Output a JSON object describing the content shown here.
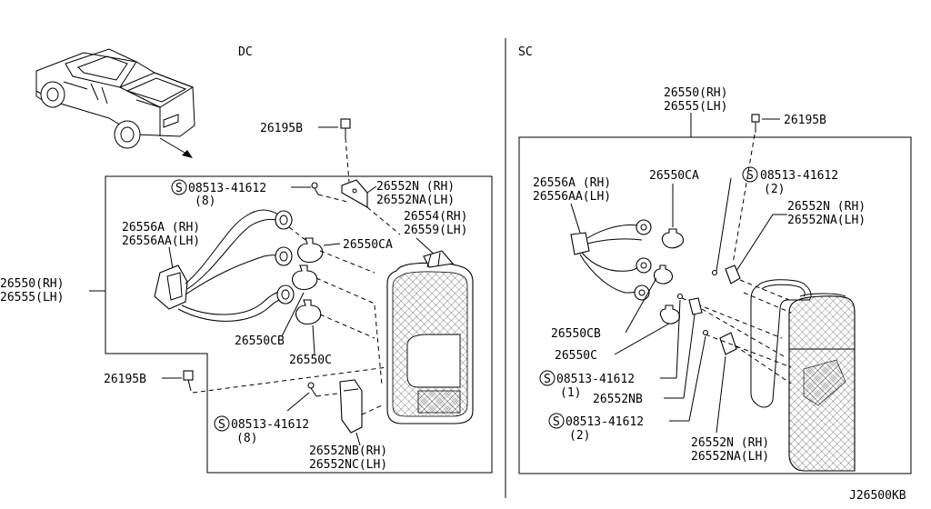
{
  "sections": {
    "left": "DC",
    "right": "SC"
  },
  "diagram_code": "J26500KB",
  "dc": {
    "assy": [
      "26550(RH)",
      "26555(LH)"
    ],
    "bolt_top": "26195B",
    "screw_top": {
      "code": "08513-41612",
      "qty": "(8)"
    },
    "bracket_top": [
      "26552N (RH)",
      "26552NA(LH)"
    ],
    "lens": [
      "26554(RH)",
      "26559(LH)"
    ],
    "harness": [
      "26556A (RH)",
      "26556AA(LH)"
    ],
    "bulb_ca": "26550CA",
    "bulb_cb": "26550CB",
    "bulb_c": "26550C",
    "bolt_bottom": "26195B",
    "screw_bottom": {
      "code": "08513-41612",
      "qty": "(8)"
    },
    "bracket_bottom": [
      "26552NB(RH)",
      "26552NC(LH)"
    ]
  },
  "sc": {
    "assy": [
      "26550(RH)",
      "26555(LH)"
    ],
    "bolt": "26195B",
    "harness": [
      "26556A (RH)",
      "26556AA(LH)"
    ],
    "bulb_ca": "26550CA",
    "screw_top": {
      "code": "08513-41612",
      "qty": "(2)"
    },
    "bracket_top": [
      "26552N (RH)",
      "26552NA(LH)"
    ],
    "bulb_cb": "26550CB",
    "bulb_c": "26550C",
    "screw_mid": {
      "code": "08513-41612",
      "qty": "(1)"
    },
    "bracket_nb": "26552NB",
    "screw_bottom": {
      "code": "08513-41612",
      "qty": "(2)"
    },
    "bracket_bottom": [
      "26552N (RH)",
      "26552NA(LH)"
    ]
  }
}
